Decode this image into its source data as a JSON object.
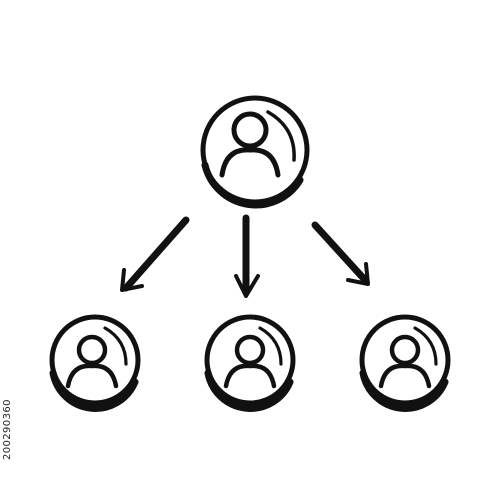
{
  "diagram": {
    "type": "hierarchy",
    "root": {
      "label": "",
      "icon": "person-icon"
    },
    "children": [
      {
        "label": "",
        "icon": "person-icon"
      },
      {
        "label": "",
        "icon": "person-icon"
      },
      {
        "label": "",
        "icon": "person-icon"
      }
    ],
    "edges": [
      {
        "from": "root",
        "to": "child-1"
      },
      {
        "from": "root",
        "to": "child-2"
      },
      {
        "from": "root",
        "to": "child-3"
      }
    ],
    "style": "hand-drawn",
    "stroke_color": "#111111",
    "background": "#ffffff"
  },
  "side_text": "200290360"
}
